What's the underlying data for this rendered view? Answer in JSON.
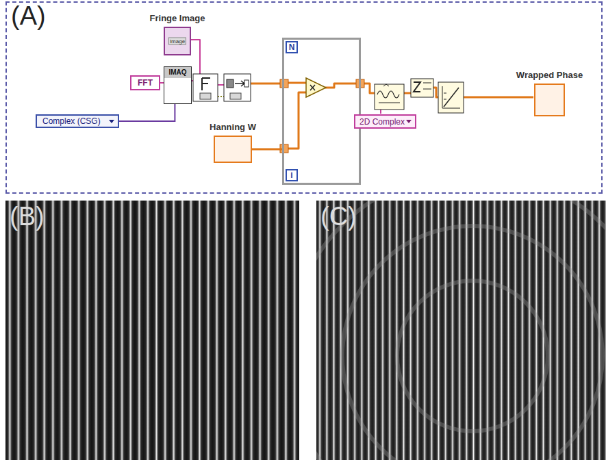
{
  "diagram": {
    "nodes": [
      {
        "text": [
          "(A)"
        ]
      },
      {
        "text": [
          "Fringe Image",
          "Image"
        ],
        "in": 0
      },
      {
        "text": [
          "FFT"
        ],
        "in": 0
      },
      {
        "text": [
          "IMAQ"
        ],
        "in": 0
      },
      {
        "text": [
          "Complex (CSG)"
        ],
        "in": 0
      },
      {
        "text": [
          "Hanning W"
        ],
        "in": 0
      },
      {
        "text": [
          "N",
          "i"
        ],
        "in": 0
      },
      {
        "text": [
          "2D Complex"
        ],
        "in": 0
      },
      {
        "text": [
          "Wrapped Phase"
        ],
        "in": 0
      },
      {
        "text": [
          "(B)"
        ]
      },
      {
        "text": [
          "(C)"
        ]
      }
    ],
    "edges": [
      {
        "from": 2,
        "to": 3,
        "arrow": "none"
      },
      {
        "from": 4,
        "to": 3,
        "arrow": "none"
      },
      {
        "from": 5,
        "to": 6,
        "arrow": "none"
      }
    ]
  }
}
